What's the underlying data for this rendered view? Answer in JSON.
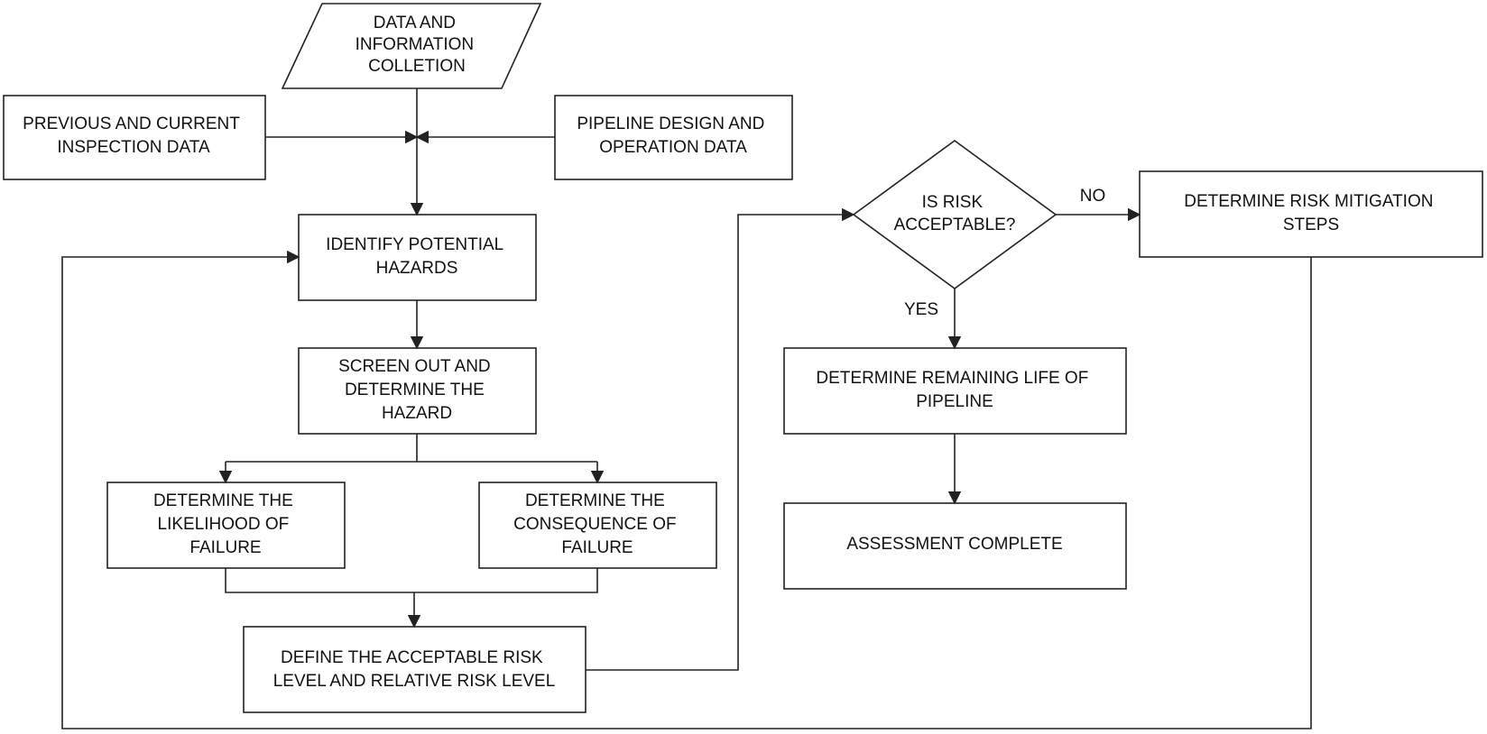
{
  "nodes": {
    "data_collection": [
      "DATA AND",
      "INFORMATION",
      "COLLETION"
    ],
    "inspection_data": [
      "PREVIOUS AND CURRENT",
      "INSPECTION DATA"
    ],
    "design_data": [
      "PIPELINE DESIGN AND",
      "OPERATION DATA"
    ],
    "identify_hazards": [
      "IDENTIFY POTENTIAL",
      "HAZARDS"
    ],
    "screen_out": [
      "SCREEN OUT AND",
      "DETERMINE THE",
      "HAZARD"
    ],
    "likelihood": [
      "DETERMINE THE",
      "LIKELIHOOD OF",
      "FAILURE"
    ],
    "consequence": [
      "DETERMINE THE",
      "CONSEQUENCE OF",
      "FAILURE"
    ],
    "define_risk": [
      "DEFINE THE ACCEPTABLE RISK",
      "LEVEL AND RELATIVE RISK LEVEL"
    ],
    "decision": [
      "IS RISK",
      "ACCEPTABLE?"
    ],
    "mitigation": [
      "DETERMINE RISK MITIGATION",
      "STEPS"
    ],
    "remaining_life": [
      "DETERMINE REMAINING LIFE OF",
      "PIPELINE"
    ],
    "complete": [
      "ASSESSMENT COMPLETE"
    ]
  },
  "edge_labels": {
    "no": "NO",
    "yes": "YES"
  }
}
